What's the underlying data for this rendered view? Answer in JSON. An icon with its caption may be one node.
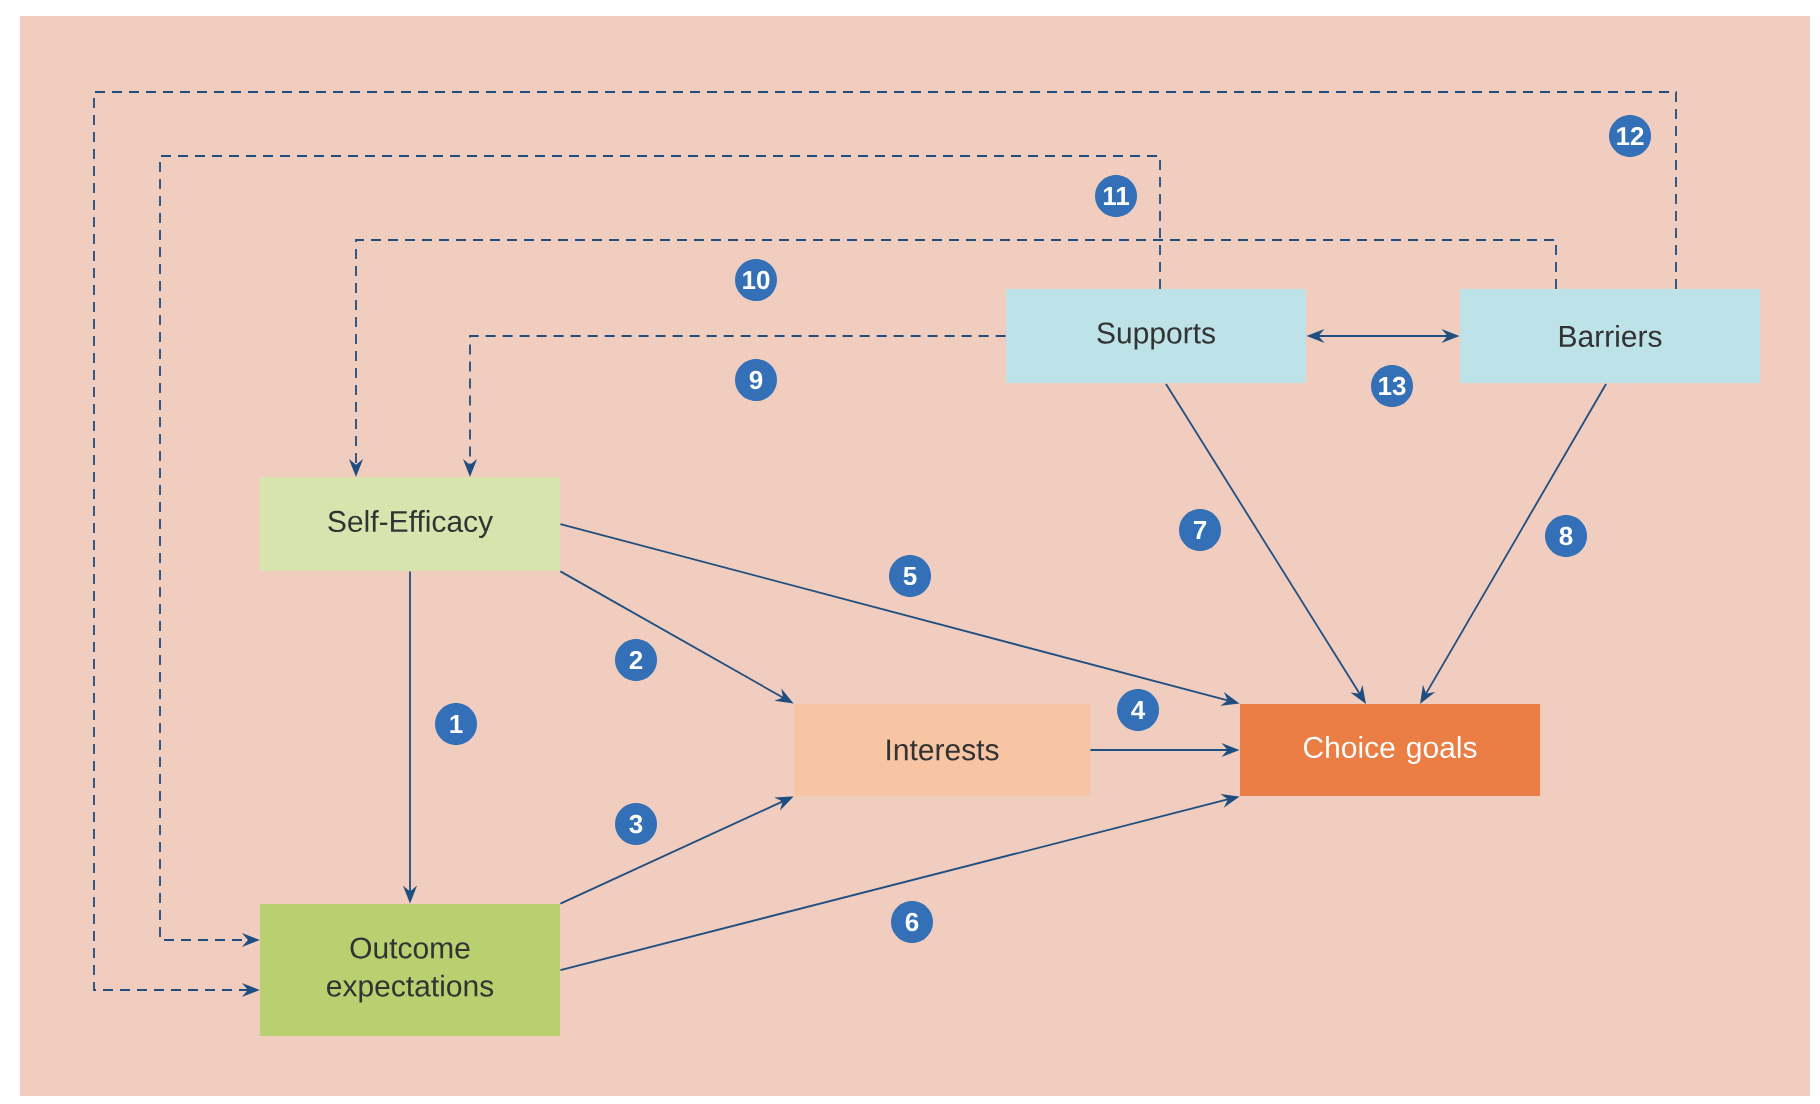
{
  "diagram": {
    "nodes": [
      {
        "text": [
          "Supports"
        ]
      },
      {
        "text": [
          "Barriers"
        ]
      },
      {
        "text": [
          "Self-Efficacy"
        ]
      },
      {
        "text": [
          "Interests"
        ]
      },
      {
        "text": [
          "Choice goals"
        ]
      },
      {
        "text": [
          "Outcome expectations"
        ]
      }
    ],
    "edges": [
      {
        "from": 2,
        "to": 5,
        "arrow": "to",
        "label": "1"
      },
      {
        "from": 2,
        "to": 3,
        "arrow": "to",
        "label": "2"
      },
      {
        "from": 5,
        "to": 3,
        "arrow": "to",
        "label": "3"
      },
      {
        "from": 3,
        "to": 4,
        "arrow": "to",
        "label": "4"
      },
      {
        "from": 2,
        "to": 4,
        "arrow": "to",
        "label": "5"
      },
      {
        "from": 5,
        "to": 4,
        "arrow": "to",
        "label": "6"
      },
      {
        "from": 0,
        "to": 4,
        "arrow": "to",
        "label": "7"
      },
      {
        "from": 1,
        "to": 4,
        "arrow": "to",
        "label": "8"
      },
      {
        "from": 0,
        "to": 2,
        "arrow": "to",
        "label": "9",
        "style": "dashed"
      },
      {
        "from": 1,
        "to": 2,
        "arrow": "to",
        "label": "10",
        "style": "dashed"
      },
      {
        "from": 0,
        "to": 5,
        "arrow": "to",
        "label": "11",
        "style": "dashed"
      },
      {
        "from": 1,
        "to": 5,
        "arrow": "to",
        "label": "12",
        "style": "dashed"
      },
      {
        "from": 0,
        "to": 1,
        "arrow": "both",
        "label": "13"
      }
    ]
  }
}
